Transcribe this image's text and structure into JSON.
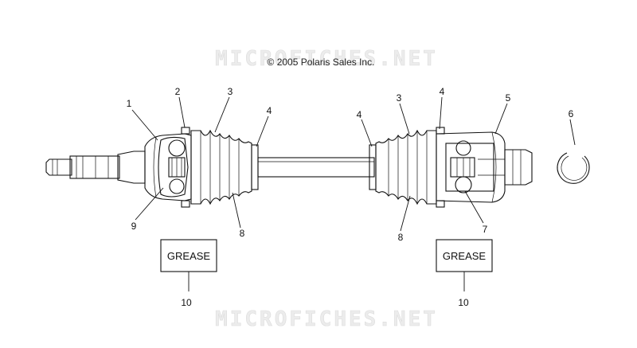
{
  "copyright": "© 2005 Polaris Sales Inc.",
  "watermark": "MICROFICHES.NET",
  "grease_label": "GREASE",
  "callouts": {
    "c1": "1",
    "c2": "2",
    "c3a": "3",
    "c4a": "4",
    "c4b": "4",
    "c3b": "3",
    "c4c": "4",
    "c5": "5",
    "c6": "6",
    "c9": "9",
    "c8a": "8",
    "c8b": "8",
    "c7": "7",
    "c10a": "10",
    "c10b": "10"
  },
  "colors": {
    "ink": "#111111",
    "shade": "#bdbdbd",
    "watermark": "#e6e6e6"
  }
}
